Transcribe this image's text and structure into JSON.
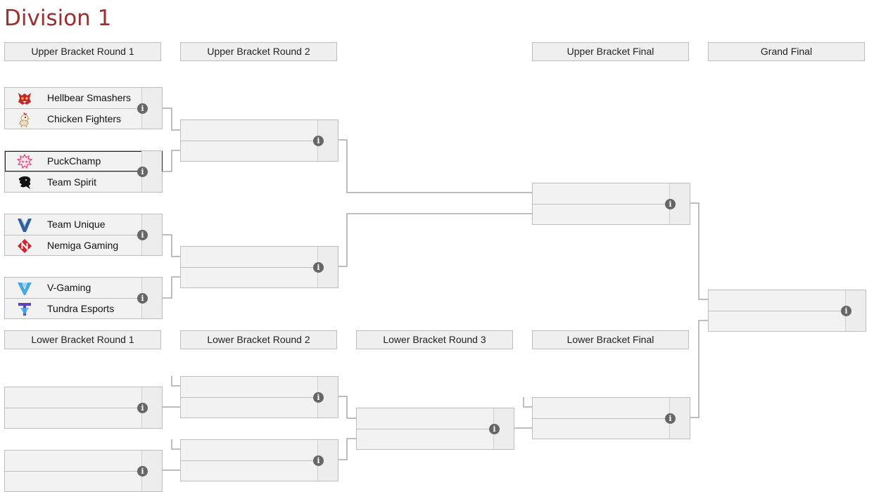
{
  "division_title": "Division 1",
  "headers": {
    "ub_r1": "Upper Bracket Round 1",
    "ub_r2": "Upper Bracket Round 2",
    "ub_final": "Upper Bracket Final",
    "grand_final": "Grand Final",
    "lb_r1": "Lower Bracket Round 1",
    "lb_r2": "Lower Bracket Round 2",
    "lb_r3": "Lower Bracket Round 3",
    "lb_final": "Lower Bracket Final"
  },
  "ub_r1_matches": [
    {
      "top": {
        "name": "Hellbear Smashers",
        "logo": "hellbear-logo-icon"
      },
      "bottom": {
        "name": "Chicken Fighters",
        "logo": "chicken-logo-icon"
      }
    },
    {
      "top": {
        "name": "PuckChamp",
        "logo": "puckchamp-logo-icon"
      },
      "bottom": {
        "name": "Team Spirit",
        "logo": "spirit-dragon-logo-icon"
      }
    },
    {
      "top": {
        "name": "Team Unique",
        "logo": "unique-logo-icon"
      },
      "bottom": {
        "name": "Nemiga Gaming",
        "logo": "nemiga-logo-icon"
      }
    },
    {
      "top": {
        "name": "V-Gaming",
        "logo": "vgaming-logo-icon"
      },
      "bottom": {
        "name": "Tundra Esports",
        "logo": "tundra-logo-icon"
      }
    }
  ],
  "info_icon": "info-icon",
  "colors": {
    "title": "#9b2f2f",
    "header_bg": "#efefef",
    "match_bg": "#f2f2f2",
    "line": "#a8a8a8",
    "info": "#666666"
  }
}
